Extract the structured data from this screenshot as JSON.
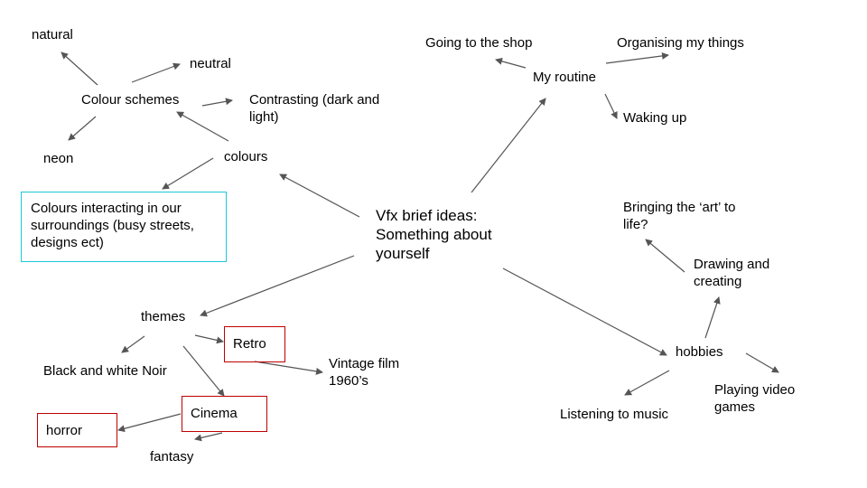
{
  "diagram": {
    "center": "Vfx brief ideas: Something about yourself",
    "routine": {
      "label": "My routine",
      "items": [
        "Going to the shop",
        "Organising my things",
        "Waking up"
      ]
    },
    "colours": {
      "label": "colours",
      "schemes": "Colour schemes",
      "scheme_items": [
        "natural",
        "neutral",
        "Contrasting (dark and light)",
        "neon"
      ],
      "surroundings": "Colours interacting in our surroundings (busy streets, designs ect)"
    },
    "themes": {
      "label": "themes",
      "retro": "Retro",
      "vintage": "Vintage film 1960’s",
      "noir": "Black and white Noir",
      "cinema": "Cinema",
      "horror": "horror",
      "fantasy": "fantasy"
    },
    "hobbies": {
      "label": "hobbies",
      "drawing": "Drawing and creating",
      "art": "Bringing the ‘art’ to life?",
      "music": "Listening to music",
      "games": "Playing video games"
    },
    "colors": {
      "arrow": "#555555",
      "cyan_box": "#1ec8d8",
      "red_box": "#c00000"
    }
  }
}
